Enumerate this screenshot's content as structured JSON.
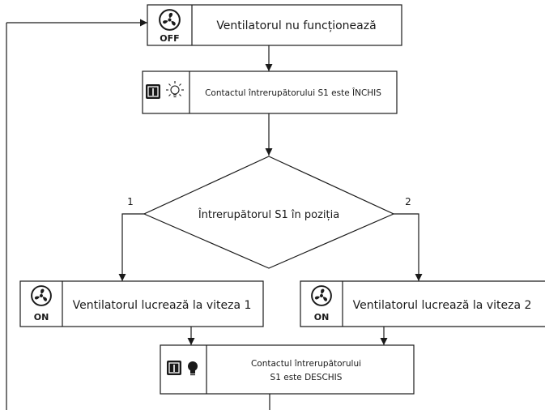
{
  "diagram": {
    "start_box": {
      "text": "Ventilatorul nu funcționează",
      "icon": "fan-icon",
      "badge": "OFF"
    },
    "contact_closed_box": {
      "text": "Contactul întrerupătorului S1 este ÎNCHIS",
      "icons": [
        "switch-icon",
        "light-bulb-off-icon"
      ]
    },
    "decision": {
      "text": "Întrerupătorul S1 în poziția",
      "branch_left": "1",
      "branch_right": "2"
    },
    "speed1_box": {
      "text": "Ventilatorul lucrează la viteza 1",
      "icon": "fan-icon",
      "badge": "ON"
    },
    "speed2_box": {
      "text": "Ventilatorul lucrează la viteza 2",
      "icon": "fan-icon",
      "badge": "ON"
    },
    "contact_open_box": {
      "line1": "Contactul întrerupătorului",
      "line2": "S1 este DESCHIS",
      "icons": [
        "switch-icon",
        "light-bulb-on-icon"
      ]
    }
  }
}
